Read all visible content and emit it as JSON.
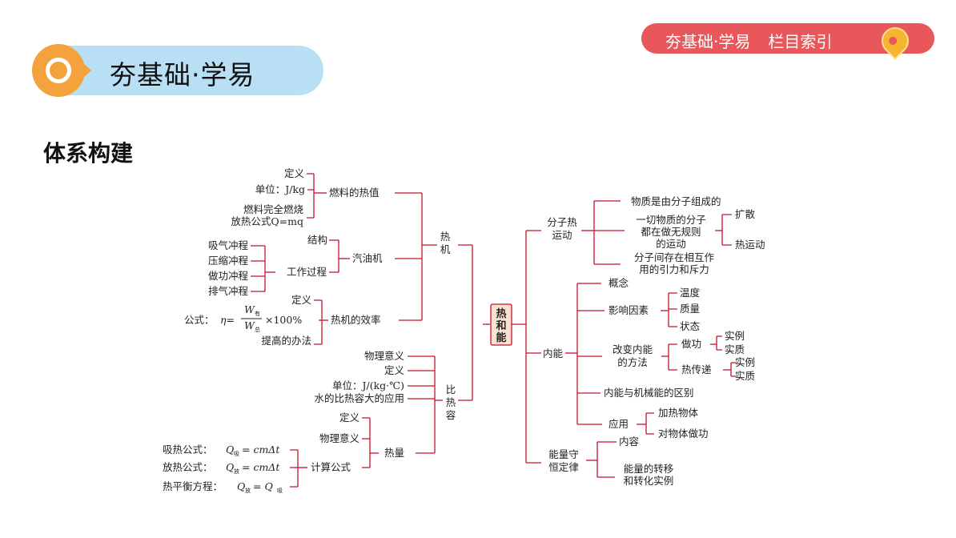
{
  "header": {
    "banner_title": "夯基础·学易",
    "nav_label": "夯基础·学易",
    "nav_index_label": "栏目索引",
    "nav_icon": "location-pin-icon"
  },
  "section": {
    "title": "体系构建"
  },
  "colors": {
    "line": "#c8102e",
    "banner_bar": "#b9dff4",
    "banner_circle": "#f4a23c",
    "nav": "#e8575a",
    "center_fill": "#fbe3cf"
  },
  "mindmap": {
    "center": [
      "热",
      "和",
      "能"
    ],
    "rejiji": {
      "label": [
        "热",
        "机"
      ],
      "fuel": {
        "label": "燃料的热值",
        "items": [
          "定义",
          "单位：J/kg",
          "燃料完全燃烧",
          "放热公式Q=mq"
        ]
      },
      "engine": {
        "label": "汽油机",
        "structure": "结构",
        "process": "工作过程",
        "strokes": [
          "吸气冲程",
          "压缩冲程",
          "做功冲程",
          "排气冲程"
        ]
      },
      "efficiency": {
        "label": "热机的效率",
        "definition": "定义",
        "formula_prefix": "公式：",
        "formula_eta": "η=",
        "formula_num": "W",
        "formula_num_sub": "有",
        "formula_den": "W",
        "formula_den_sub": "总",
        "formula_suffix": "×100%",
        "improve": "提高的办法"
      }
    },
    "bireirong": {
      "label": [
        "比",
        "热",
        "容"
      ],
      "items": [
        "物理意义",
        "定义",
        "单位：J/(kg·℃)",
        "水的比热容大的应用"
      ],
      "heat": {
        "label": "热量",
        "items": [
          "定义",
          "物理意义"
        ],
        "calc": {
          "label": "计算公式",
          "formulas": [
            {
              "prefix": "吸热公式：",
              "q": "Q",
              "sub": "吸",
              "rhs": "= cmΔt"
            },
            {
              "prefix": "放热公式：",
              "q": "Q",
              "sub": "放",
              "rhs": "= cmΔt"
            },
            {
              "prefix": "热平衡方程：",
              "q": "Q",
              "sub": "放",
              "rhs": "= Q",
              "rhs_sub": "吸"
            }
          ]
        }
      }
    },
    "molecular": {
      "label": [
        "分子热",
        "运动"
      ],
      "items": {
        "first": "物质是由分子组成的",
        "second": [
          "一切物质的分子",
          "都在做无规则",
          "的运动"
        ],
        "second_children": [
          "扩散",
          "热运动"
        ],
        "third": [
          "分子间存在相互作",
          "用的引力和斥力"
        ]
      }
    },
    "neineng": {
      "label": "内能",
      "concept": "概念",
      "factors": {
        "label": "影响因素",
        "items": [
          "温度",
          "质量",
          "状态"
        ]
      },
      "change": {
        "label": [
          "改变内能",
          "的方法"
        ],
        "work": {
          "label": "做功",
          "items": [
            "实例",
            "实质"
          ]
        },
        "transfer": {
          "label": "热传递",
          "items": [
            "实例",
            "实质"
          ]
        }
      },
      "difference": "内能与机械能的区别",
      "use": {
        "label": "应用",
        "items": [
          "加热物体",
          "对物体做功"
        ]
      }
    },
    "conservation": {
      "label": [
        "能量守",
        "恒定律"
      ],
      "items": {
        "content": "内容",
        "examples": [
          "能量的转移",
          "和转化实例"
        ]
      }
    }
  }
}
